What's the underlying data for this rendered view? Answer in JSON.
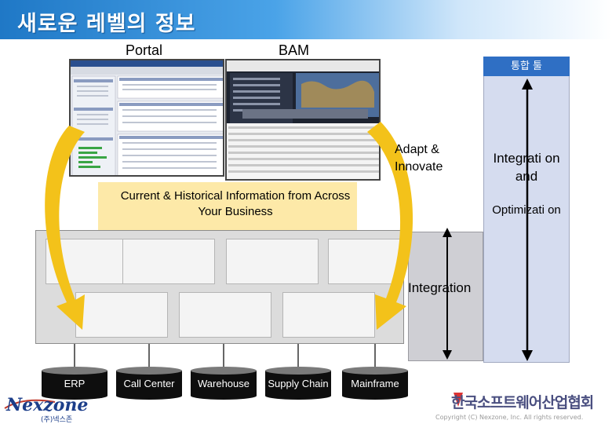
{
  "title": "새로운 레벨의 정보",
  "labels": {
    "portal": "Portal",
    "bam": "BAM",
    "tool": "통합 툴",
    "adapt": "Adapt & Innovate",
    "band": "Current & Historical Information from Across Your Business",
    "integration": "Integration",
    "integ_col": "Integrati on and",
    "optim": "Optimizati on"
  },
  "systems": [
    "ERP",
    "Call Center",
    "Warehouse",
    "Supply Chain",
    "Mainframe"
  ],
  "footer": {
    "logo": "Nexzone",
    "logo_sub": "(주)넥스존",
    "assoc": "한국소프트웨어산업협회",
    "copyright": "Copyright (C) Nexzone, Inc. All rights reserved."
  },
  "colors": {
    "title_bar": "#1f78c6",
    "tool_tab": "#2f6fc4",
    "band": "#fde9a8",
    "arrow_yellow": "#f3c21a"
  }
}
